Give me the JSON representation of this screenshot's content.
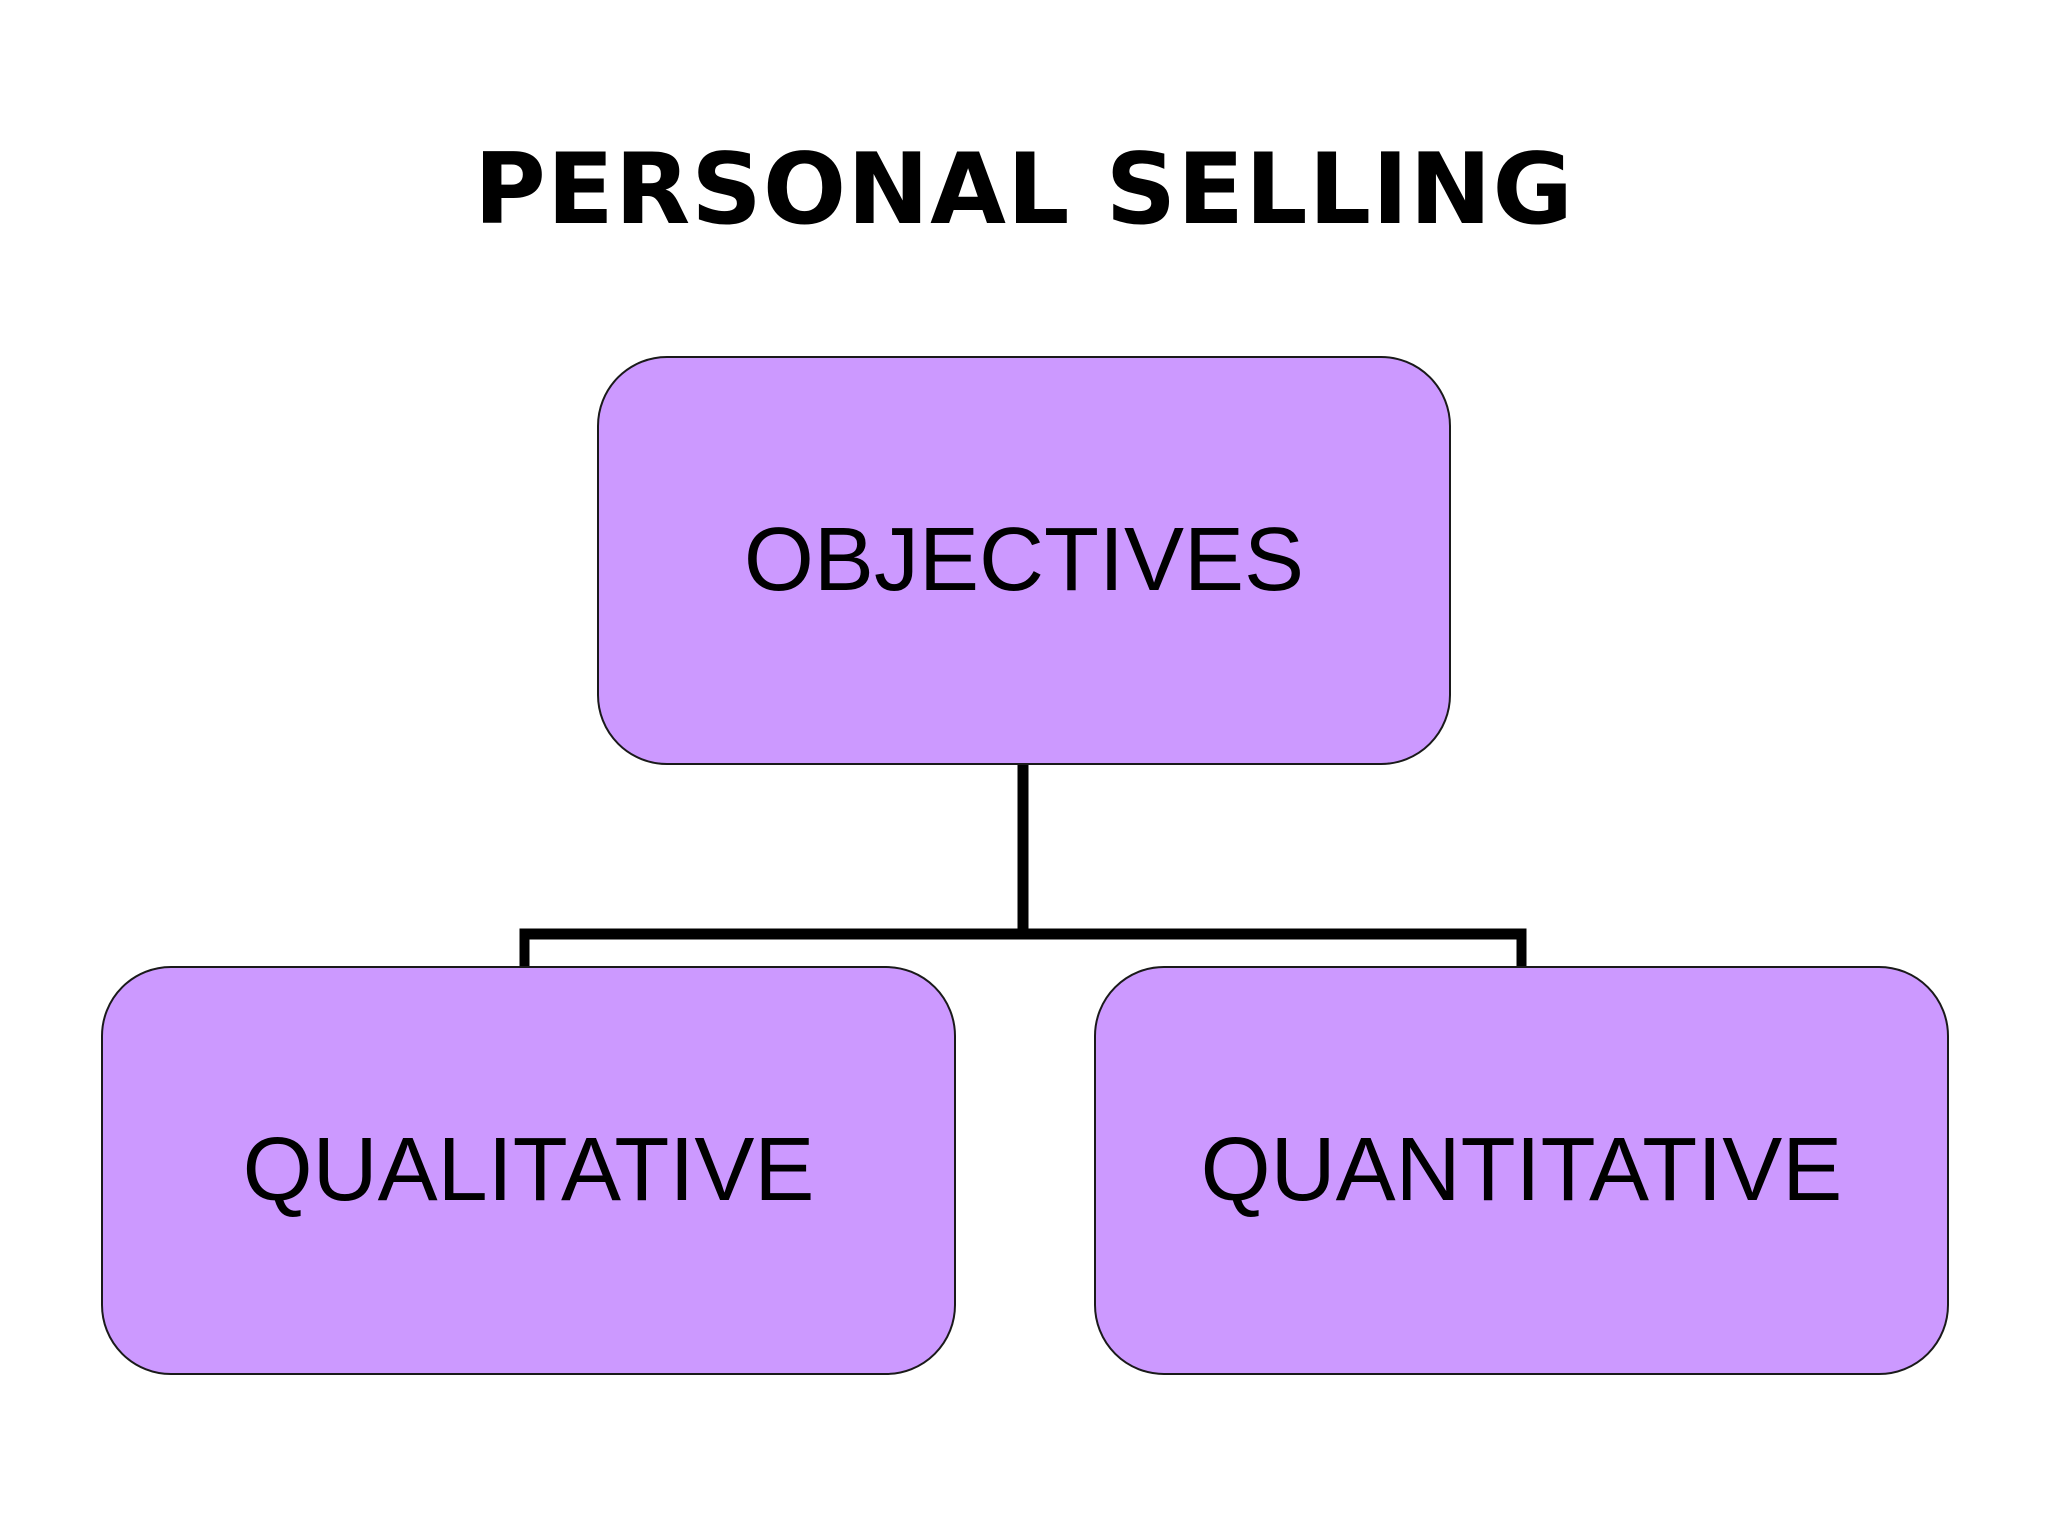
{
  "title": "PERSONAL SELLING",
  "diagram": {
    "root": {
      "label": "OBJECTIVES"
    },
    "children": [
      {
        "label": "QUALITATIVE"
      },
      {
        "label": "QUANTITATIVE"
      }
    ]
  },
  "colors": {
    "box_fill": "#cc99ff",
    "box_border": "#1a1a1a",
    "connector": "#000000",
    "background": "#ffffff"
  }
}
